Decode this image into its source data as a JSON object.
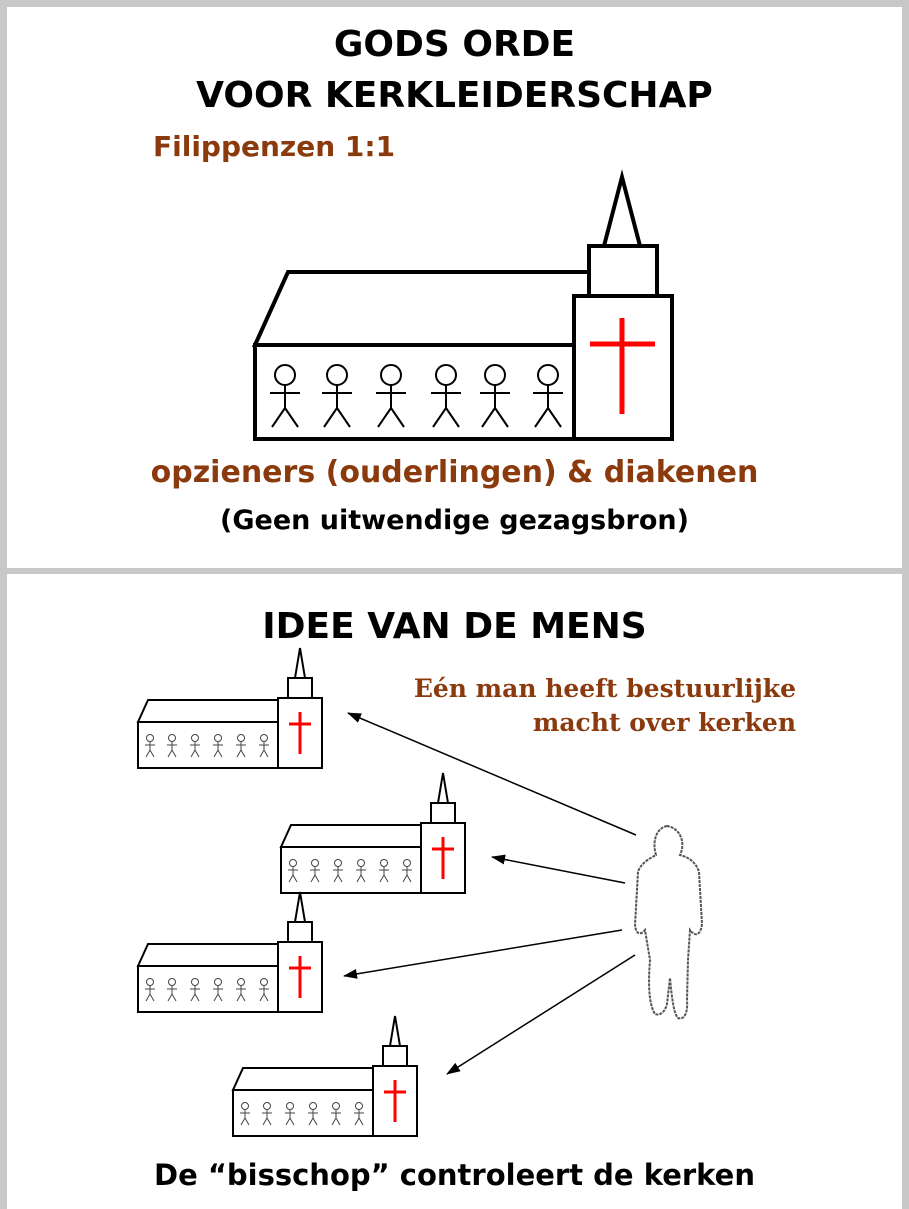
{
  "top": {
    "title_line1": "GODS ORDE",
    "title_line2": "VOOR KERKLEIDERSCHAP",
    "reference": "Filippenzen 1:1",
    "caption": "opzieners (ouderlingen) & diakenen",
    "subcaption": "(Geen uitwendige gezagsbron)"
  },
  "bottom": {
    "title": "IDEE VAN DE MENS",
    "note_line1": "Eén man heeft bestuurlijke",
    "note_line2": "macht over kerken",
    "caption": "De “bisschop” controleert de kerken"
  },
  "colors": {
    "brown": "#8b3a0e",
    "cross": "#ff0000",
    "border": "#c8c8c8"
  },
  "icons": [
    "church-icon",
    "stick-figure-icon",
    "cross-icon",
    "man-silhouette-icon",
    "arrow-icon"
  ]
}
